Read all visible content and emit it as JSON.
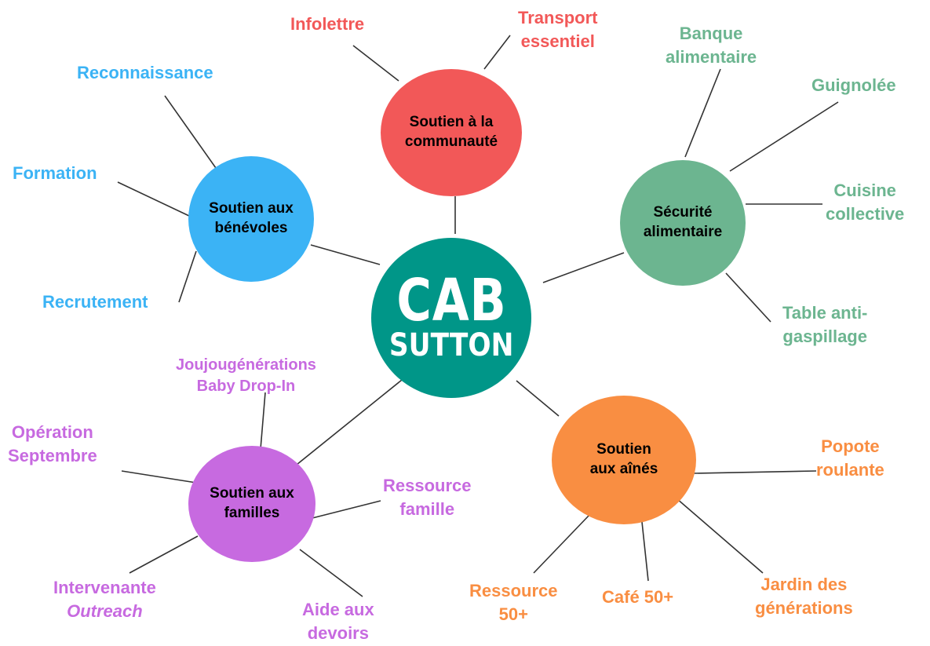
{
  "colors": {
    "center": "#009688",
    "communaute": "#f25858",
    "benevoles": "#3bb3f5",
    "alimentaire": "#6cb590",
    "aines": "#f98e42",
    "familles": "#c76ae0",
    "line": "#333333"
  },
  "center": {
    "line1": "CAB",
    "line2": "SUTTON"
  },
  "hubs": {
    "communaute": "Soutien à la\ncommunauté",
    "benevoles": "Soutien aux\nbénévoles",
    "alimentaire": "Sécurité\nalimentaire",
    "aines": "Soutien\naux aînés",
    "familles": "Soutien aux\nfamilles"
  },
  "leaves": {
    "infolettre": "Infolettre",
    "transport_1": "Transport",
    "transport_2": "essentiel",
    "reconnaissance": "Reconnaissance",
    "formation": "Formation",
    "recrutement": "Recrutement",
    "banque_1": "Banque",
    "banque_2": "alimentaire",
    "guignolee": "Guignolée",
    "cuisine_1": "Cuisine",
    "cuisine_2": "collective",
    "table_1": "Table anti-",
    "table_2": "gaspillage",
    "popote_1": "Popote",
    "popote_2": "roulante",
    "jardin_1": "Jardin des",
    "jardin_2": "générations",
    "cafe": "Café 50+",
    "ress50_1": "Ressource",
    "ress50_2": "50+",
    "joujou_1": "Joujougénérations",
    "joujou_2": "Baby Drop-In",
    "operation_1": "Opération",
    "operation_2": "Septembre",
    "ressfam_1": "Ressource",
    "ressfam_2": "famille",
    "interv_1": "Intervenante",
    "interv_2": "Outreach",
    "aide_1": "Aide aux",
    "aide_2": "devoirs"
  }
}
